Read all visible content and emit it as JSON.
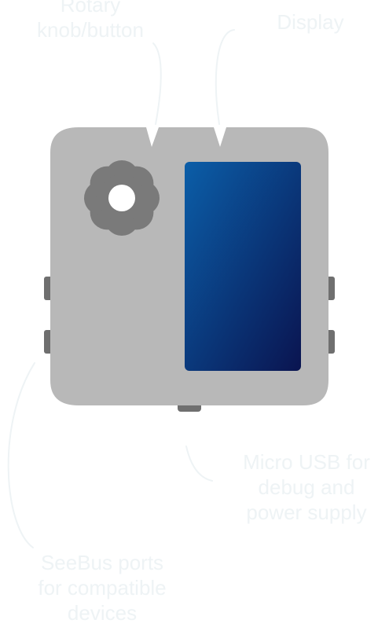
{
  "colors": {
    "background": "#ffffff",
    "device_body": "#b8b8b8",
    "knob": "#7a7a7a",
    "side_button": "#6f6f6f",
    "display_top": "#0b5ea8",
    "display_bottom": "#0a1450",
    "callout_text": "#eef3f5"
  },
  "icons": {
    "knob": "flower-knob-icon"
  },
  "callouts": {
    "knob": {
      "lines": [
        "Rotary",
        "knob/button"
      ]
    },
    "display": {
      "lines": [
        "Display"
      ]
    },
    "usb": {
      "lines": [
        "Micro USB for",
        "debug and",
        "power supply"
      ]
    },
    "ports": {
      "lines": [
        "SeeBus ports",
        "for compatible",
        "devices"
      ]
    }
  }
}
